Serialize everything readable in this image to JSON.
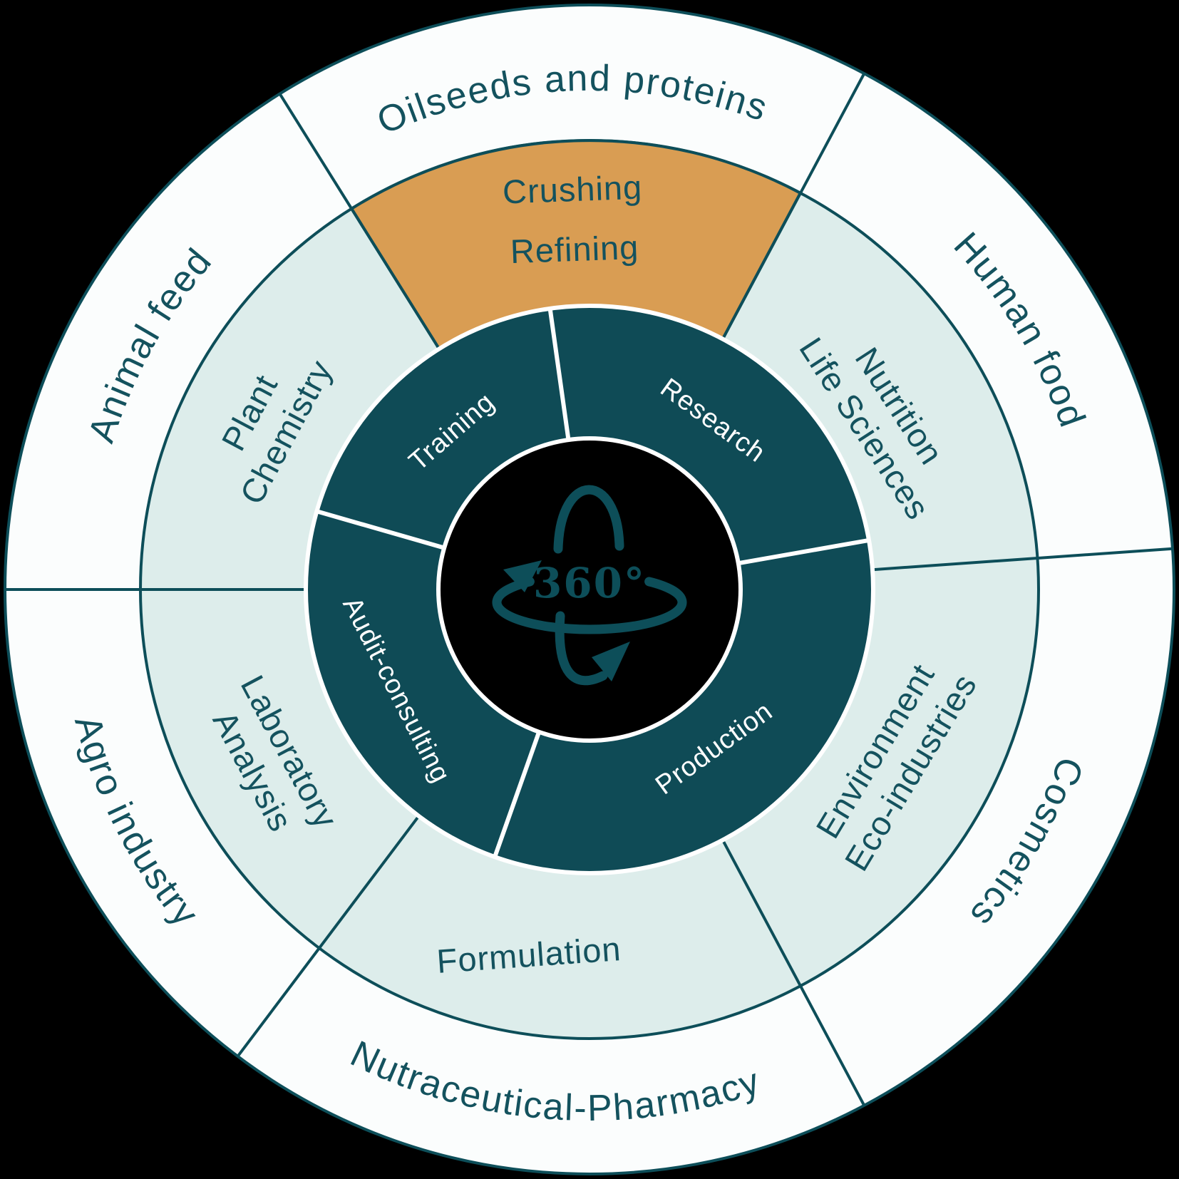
{
  "colors": {
    "background": "#000000",
    "outer_ring": "#fbfdfd",
    "middle_ring": "#ddedeb",
    "highlight_sector": "#d99d53",
    "inner_ring": "#0f4b56",
    "ring_stroke": "#0d4e59",
    "label_text": "#14525e",
    "inner_label_text": "#ffffff"
  },
  "center": {
    "icon": "360-rotation-icon",
    "label": "360°"
  },
  "inner_ring": {
    "segments": [
      {
        "label": "Training"
      },
      {
        "label": "Research"
      },
      {
        "label": "Production"
      },
      {
        "label": "Audit-consulting"
      }
    ]
  },
  "middle_ring": {
    "segments": [
      {
        "lines": [
          "Crushing",
          "Refining"
        ],
        "highlighted": true
      },
      {
        "lines": [
          "Nutrition",
          "Life Sciences"
        ]
      },
      {
        "lines": [
          "Environment",
          "Eco-industries"
        ]
      },
      {
        "lines": [
          "Formulation"
        ]
      },
      {
        "lines": [
          "Laboratory",
          "Analysis"
        ]
      },
      {
        "lines": [
          "Plant",
          "Chemistry"
        ]
      }
    ]
  },
  "outer_ring": {
    "segments": [
      {
        "label": "Oilseeds and proteins"
      },
      {
        "label": "Human food"
      },
      {
        "label": "Cosmetics"
      },
      {
        "label": "Nutraceutical-Pharmacy"
      },
      {
        "label": "Agro industry"
      },
      {
        "label": "Animal feed"
      }
    ]
  }
}
